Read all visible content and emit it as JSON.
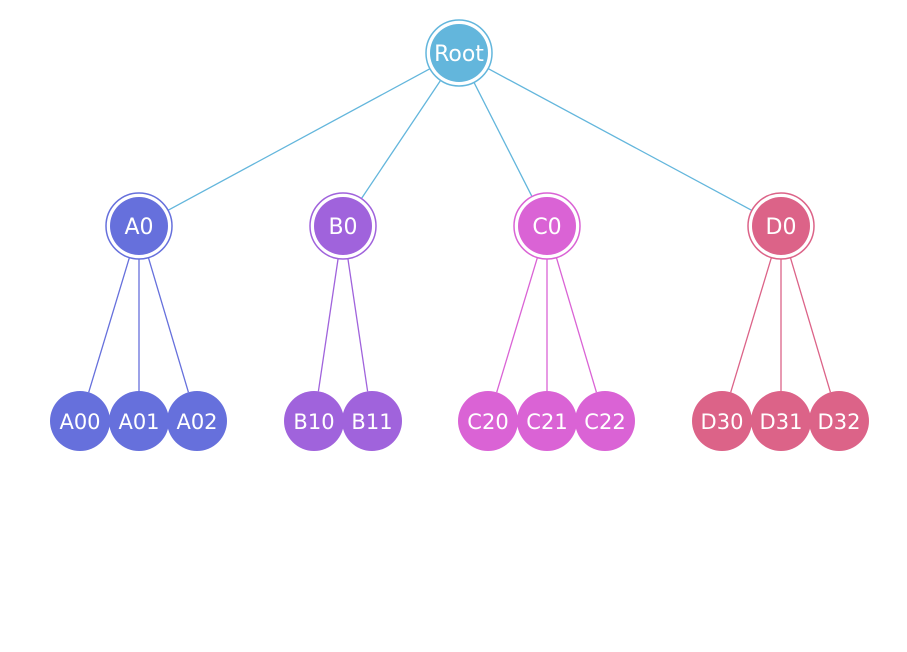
{
  "colors": {
    "root": "#63b6dc",
    "A": "#6670dc",
    "B": "#a063dc",
    "C": "#da63d5",
    "D": "#dc6388"
  },
  "tree": {
    "root": {
      "label": "Root",
      "color_key": "root"
    },
    "groups": [
      {
        "key": "A",
        "label": "A0",
        "children": [
          "A00",
          "A01",
          "A02"
        ]
      },
      {
        "key": "B",
        "label": "B0",
        "children": [
          "B10",
          "B11"
        ]
      },
      {
        "key": "C",
        "label": "C0",
        "children": [
          "C20",
          "C21",
          "C22"
        ]
      },
      {
        "key": "D",
        "label": "D0",
        "children": [
          "D30",
          "D31",
          "D32"
        ]
      }
    ]
  }
}
